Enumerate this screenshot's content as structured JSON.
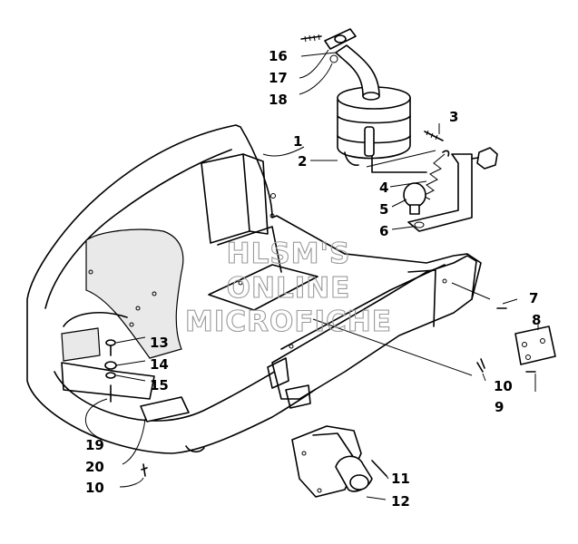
{
  "watermark": {
    "line1": "HLSM'S",
    "line2": "ONLINE",
    "line3": "MICROFICHE"
  },
  "callouts": {
    "c1": "1",
    "c2": "2",
    "c3": "3",
    "c4": "4",
    "c5": "5",
    "c6": "6",
    "c7": "7",
    "c8": "8",
    "c9": "9",
    "c10a": "10",
    "c10b": "10",
    "c11": "11",
    "c12": "12",
    "c13": "13",
    "c14": "14",
    "c15": "15",
    "c16": "16",
    "c17": "17",
    "c18": "18",
    "c19": "19",
    "c20": "20"
  },
  "parts": {
    "belly_pan": "belly-pan",
    "muffler": "muffler",
    "exhaust_pipe": "exhaust-pipe",
    "spring": "spring",
    "rubber_mount": "rubber-mount",
    "bracket": "bracket",
    "plate": "plate",
    "exhaust_outlet": "exhaust-outlet"
  }
}
